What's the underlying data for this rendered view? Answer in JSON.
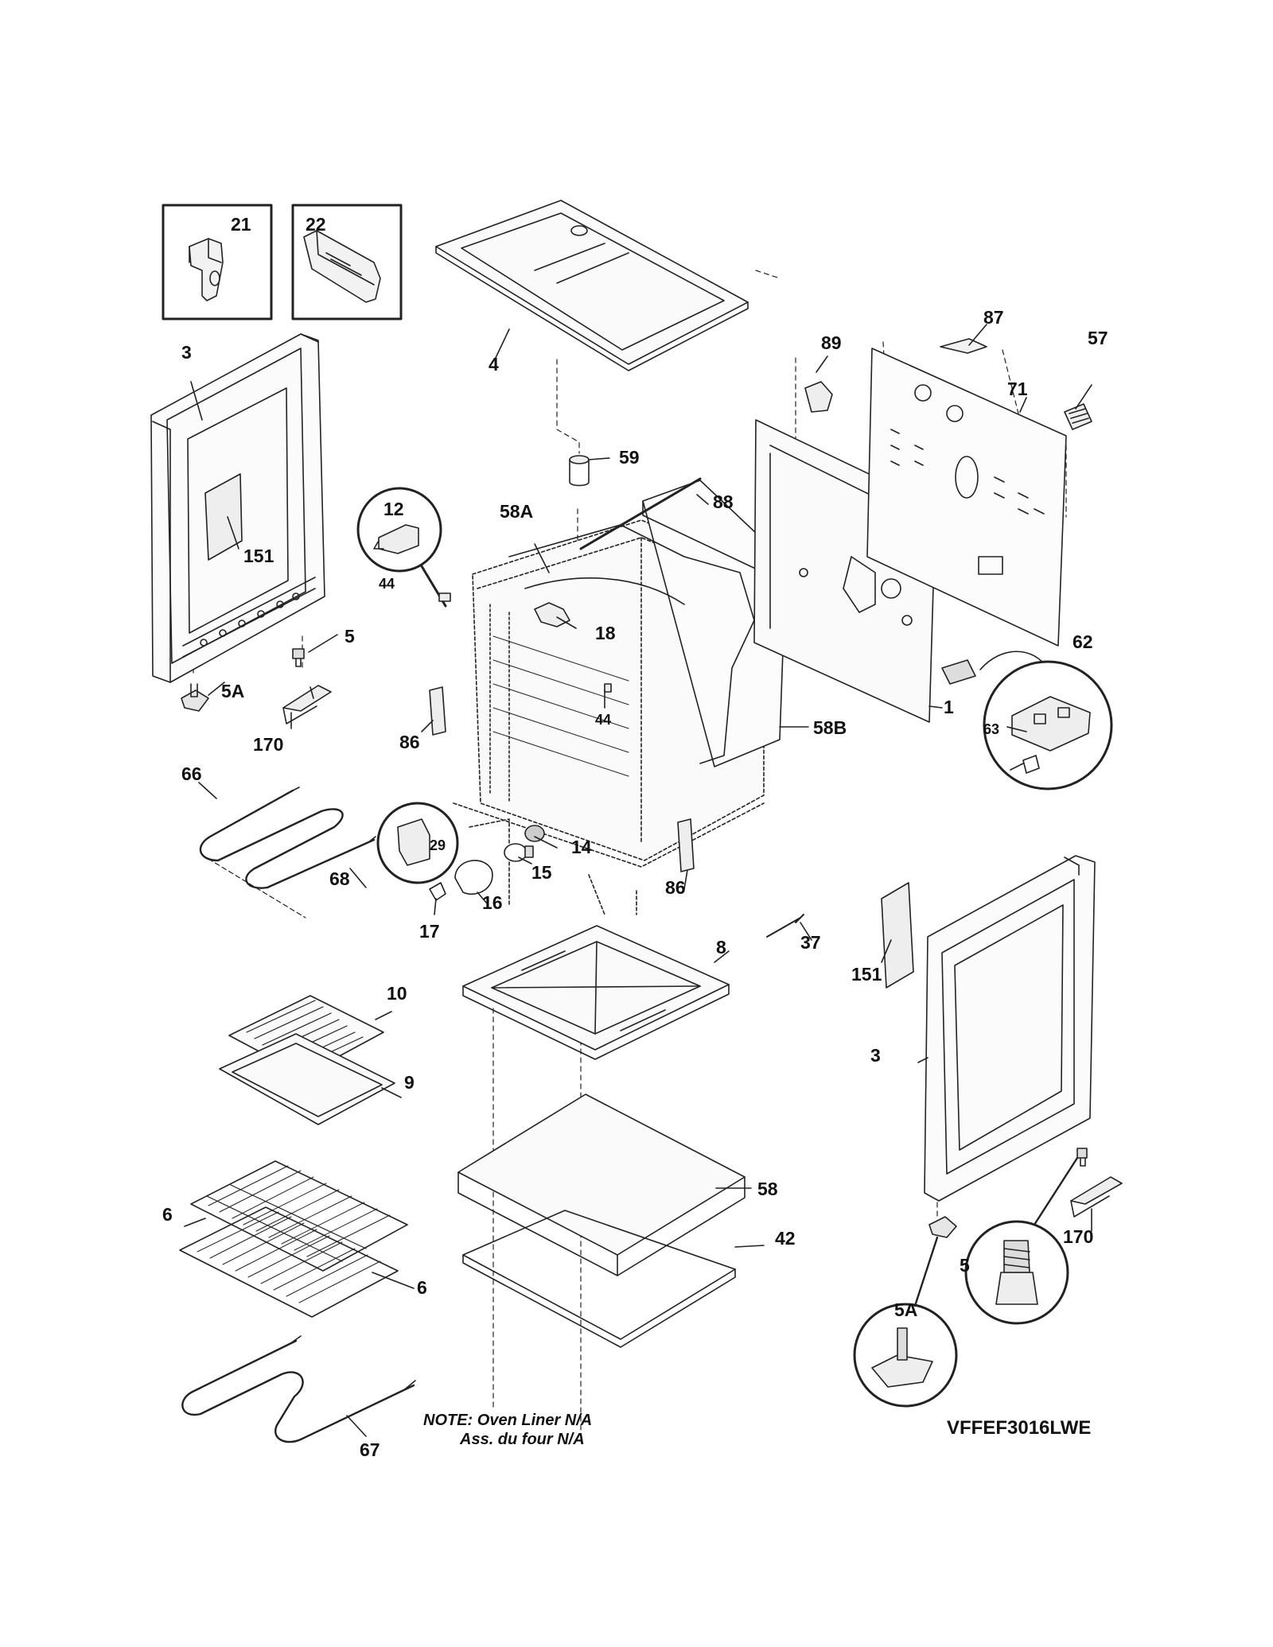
{
  "labels": {
    "p21": "21",
    "p22": "22",
    "p4": "4",
    "p3_left": "3",
    "p151_left": "151",
    "p5_left": "5",
    "p5a_left": "5A",
    "p170_left": "170",
    "p12": "12",
    "p44_a": "44",
    "p58a": "58A",
    "p59": "59",
    "p88": "88",
    "p18": "18",
    "p44_b": "44",
    "p86_left": "86",
    "p58b": "58B",
    "p89": "89",
    "p87": "87",
    "p57": "57",
    "p71": "71",
    "p1": "1",
    "p62": "62",
    "p63": "63",
    "p66": "66",
    "p68": "68",
    "p29": "29",
    "p14": "14",
    "p15": "15",
    "p16": "16",
    "p17": "17",
    "p86_right": "86",
    "p37": "37",
    "p151_right": "151",
    "p3_right": "3",
    "p8": "8",
    "p10": "10",
    "p9": "9",
    "p6_a": "6",
    "p6_b": "6",
    "p58": "58",
    "p42": "42",
    "p170_right": "170",
    "p5_right": "5",
    "p5a_right": "5A",
    "p67": "67"
  },
  "note": {
    "line1": "NOTE: Oven Liner N/A",
    "line2": "Ass. du four N/A"
  },
  "model": "VFFEF3016LWE"
}
